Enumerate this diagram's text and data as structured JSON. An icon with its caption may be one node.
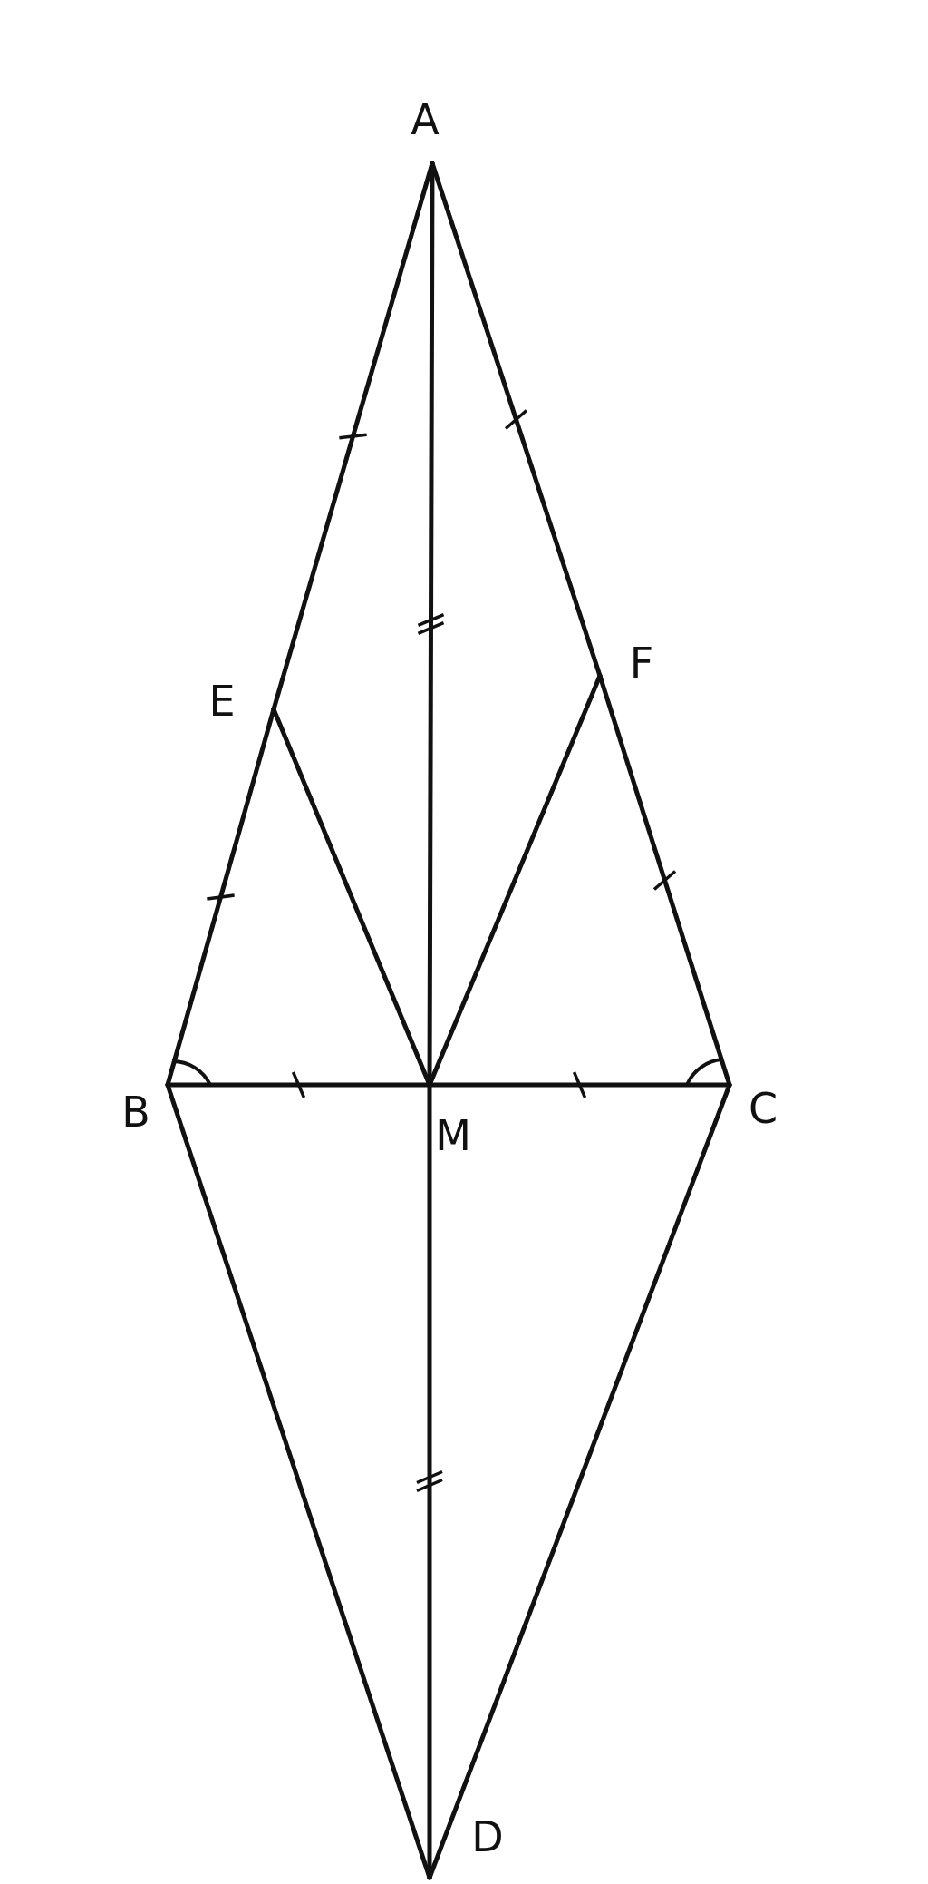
{
  "diagram": {
    "nodes": [
      {
        "text": [
          "A"
        ]
      },
      {
        "text": [
          "F"
        ]
      },
      {
        "text": [
          "E"
        ]
      },
      {
        "text": [
          "B"
        ]
      },
      {
        "text": [
          "M"
        ]
      },
      {
        "text": [
          "C"
        ]
      },
      {
        "text": [
          "D"
        ]
      }
    ],
    "edges": [
      {
        "from": 0,
        "to": 2,
        "arrow": "none"
      },
      {
        "from": 2,
        "to": 3,
        "arrow": "none"
      },
      {
        "from": 0,
        "to": 1,
        "arrow": "none"
      },
      {
        "from": 1,
        "to": 5,
        "arrow": "none"
      },
      {
        "from": 0,
        "to": 4,
        "arrow": "none"
      },
      {
        "from": 2,
        "to": 4,
        "arrow": "none"
      },
      {
        "from": 1,
        "to": 4,
        "arrow": "none"
      },
      {
        "from": 3,
        "to": 4,
        "arrow": "none"
      },
      {
        "from": 4,
        "to": 5,
        "arrow": "none"
      },
      {
        "from": 4,
        "to": 6,
        "arrow": "none"
      },
      {
        "from": 3,
        "to": 6,
        "arrow": "none"
      },
      {
        "from": 5,
        "to": 6,
        "arrow": "none"
      }
    ]
  }
}
